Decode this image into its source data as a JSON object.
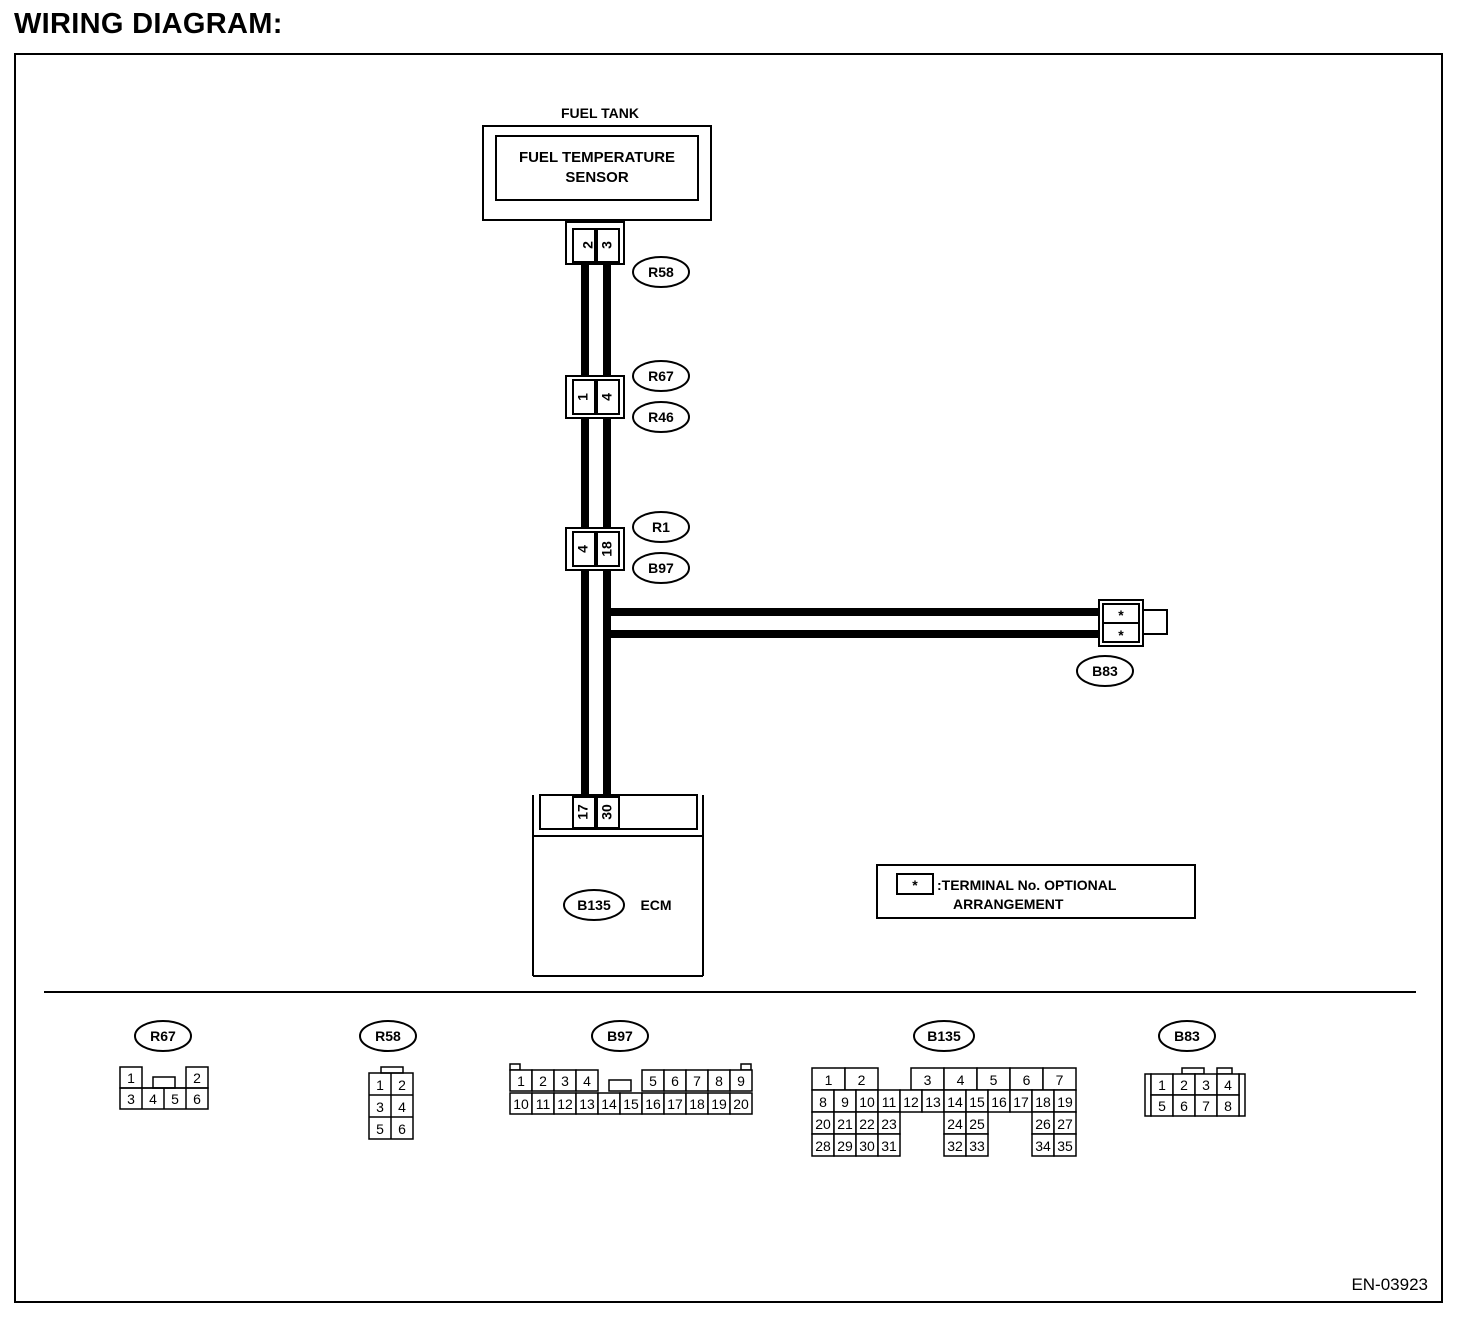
{
  "heading": "WIRING DIAGRAM:",
  "figure_code": "EN-03923",
  "components": {
    "fuel_tank": "FUEL TANK",
    "sensor_line1": "FUEL TEMPERATURE",
    "sensor_line2": "SENSOR",
    "ecm": "ECM"
  },
  "connector_tags": {
    "r58": "R58",
    "r67": "R67",
    "r46": "R46",
    "r1": "R1",
    "b97": "B97",
    "b83": "B83",
    "b135": "B135"
  },
  "pins": {
    "r58_a": "2",
    "r58_b": "3",
    "r67_a": "1",
    "r67_b": "4",
    "r1_a": "4",
    "r1_b": "18",
    "ecm_a": "17",
    "ecm_b": "30",
    "b83_a": "*",
    "b83_b": "*"
  },
  "legend": {
    "symbol": "*",
    "line1": ":TERMINAL No. OPTIONAL",
    "line2": "ARRANGEMENT"
  },
  "connector_faces": {
    "r67": {
      "label": "R67",
      "row1": [
        "1",
        "2"
      ],
      "row2": [
        "3",
        "4",
        "5",
        "6"
      ]
    },
    "r58": {
      "label": "R58",
      "rows": [
        [
          "1",
          "2"
        ],
        [
          "3",
          "4"
        ],
        [
          "5",
          "6"
        ]
      ]
    },
    "b97": {
      "label": "B97",
      "row1": [
        "1",
        "2",
        "3",
        "4",
        "5",
        "6",
        "7",
        "8",
        "9"
      ],
      "row2": [
        "10",
        "11",
        "12",
        "13",
        "14",
        "15",
        "16",
        "17",
        "18",
        "19",
        "20"
      ]
    },
    "b135": {
      "label": "B135",
      "row1": [
        "1",
        "2",
        "3",
        "4",
        "5",
        "6",
        "7"
      ],
      "row2": [
        "8",
        "9",
        "10",
        "11",
        "12",
        "13",
        "14",
        "15",
        "16",
        "17",
        "18",
        "19"
      ],
      "row3": [
        "20",
        "21",
        "22",
        "23",
        "24",
        "25",
        "26",
        "27"
      ],
      "row4": [
        "28",
        "29",
        "30",
        "31",
        "32",
        "33",
        "34",
        "35"
      ]
    },
    "b83": {
      "label": "B83",
      "row1": [
        "1",
        "2",
        "3",
        "4"
      ],
      "row2": [
        "5",
        "6",
        "7",
        "8"
      ]
    }
  }
}
